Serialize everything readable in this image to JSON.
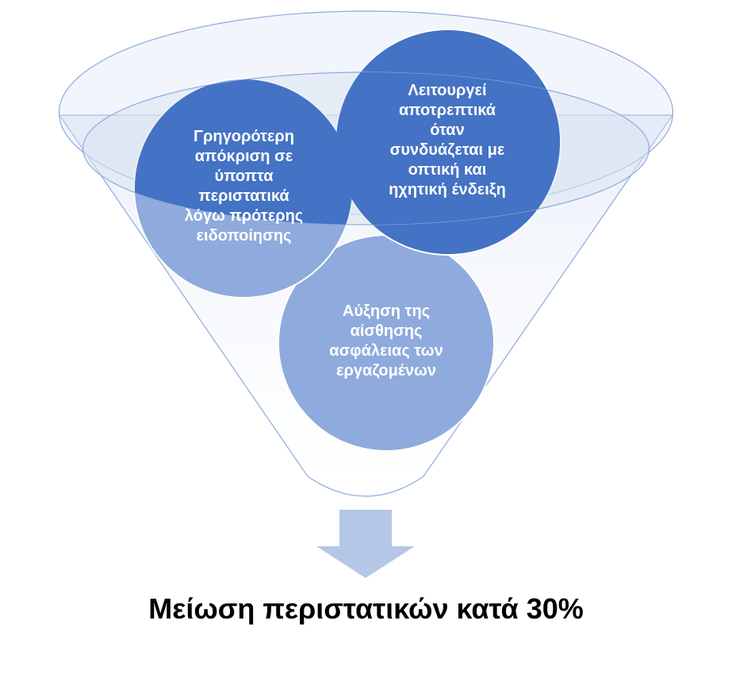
{
  "funnel": {
    "items": [
      {
        "id": "left",
        "lines": [
          "Γρηγορότερη",
          "απόκριση σε",
          "ύποπτα",
          "περιστατικά",
          "λόγω πρότερης",
          "ειδοποίησης"
        ]
      },
      {
        "id": "right",
        "lines": [
          "Λειτουργεί",
          "αποτρεπτικά",
          "όταν",
          "συνδυάζεται με",
          "οπτική και",
          "ηχητική ένδειξη"
        ]
      },
      {
        "id": "bottom",
        "lines": [
          "Αύξηση της",
          "αίσθησης",
          "ασφάλειας των",
          "εργαζομένων"
        ]
      }
    ]
  },
  "result": {
    "text": "Μείωση περιστατικών κατά 30%"
  },
  "colors": {
    "circle_dark": "#4472C4",
    "circle_light": "#8FAADC",
    "funnel_fill": "#DAE3F3",
    "funnel_stroke": "#8FAADC",
    "arrow": "#B4C7E7",
    "text_on_circle": "#FFFFFF",
    "result_text": "#000000"
  }
}
